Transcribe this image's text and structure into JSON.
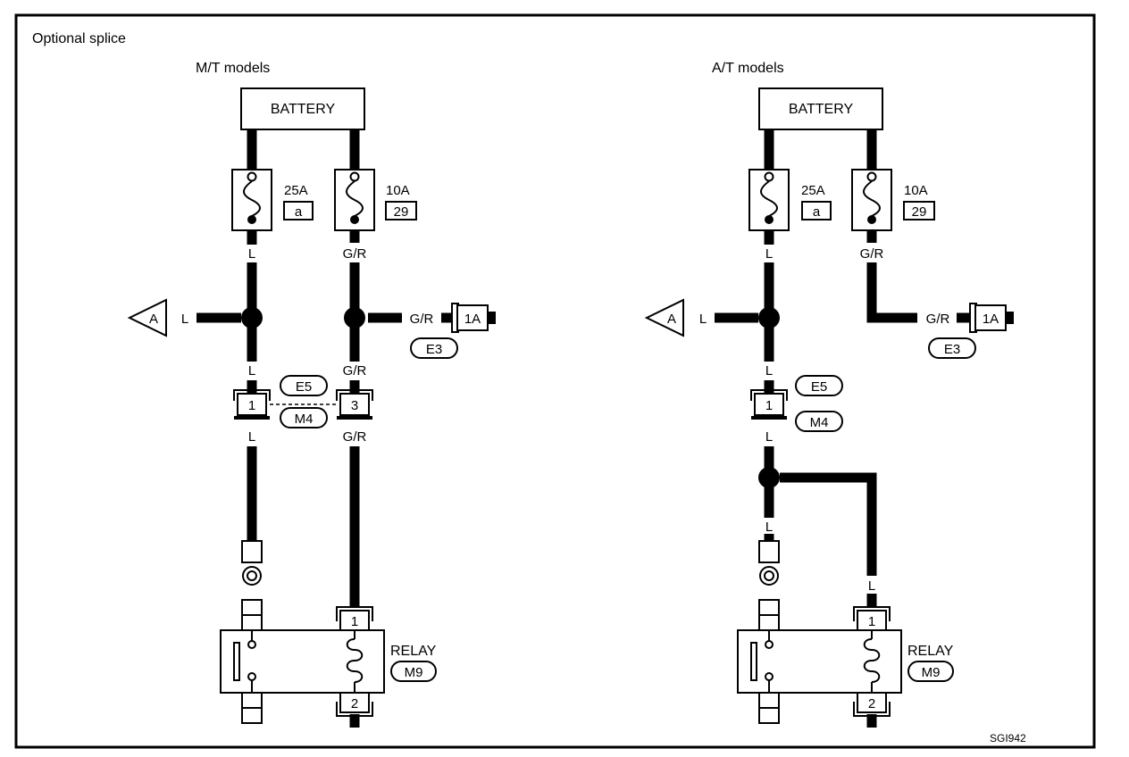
{
  "header": {
    "title": "Optional splice"
  },
  "mt": {
    "title": "M/T models",
    "battery": "BATTERY",
    "fuse1_amp": "25A",
    "fuse1_id": "a",
    "fuse2_amp": "10A",
    "fuse2_id": "29",
    "wire_l": "L",
    "wire_gr": "G/R",
    "conn_a": "A",
    "conn_1a": "1A",
    "conn_e3": "E3",
    "conn_e5": "E5",
    "conn_m4": "M4",
    "pin_1": "1",
    "pin_3": "3",
    "relay_pin_1": "1",
    "relay_pin_2": "2",
    "relay": "RELAY",
    "relay_id": "M9"
  },
  "at": {
    "title": "A/T models",
    "battery": "BATTERY",
    "fuse1_amp": "25A",
    "fuse1_id": "a",
    "fuse2_amp": "10A",
    "fuse2_id": "29",
    "wire_l": "L",
    "wire_gr": "G/R",
    "conn_a": "A",
    "conn_1a": "1A",
    "conn_e3": "E3",
    "conn_e5": "E5",
    "conn_m4": "M4",
    "pin_1": "1",
    "relay_pin_1": "1",
    "relay_pin_2": "2",
    "relay": "RELAY",
    "relay_id": "M9"
  },
  "footer": {
    "code": "SGI942"
  }
}
